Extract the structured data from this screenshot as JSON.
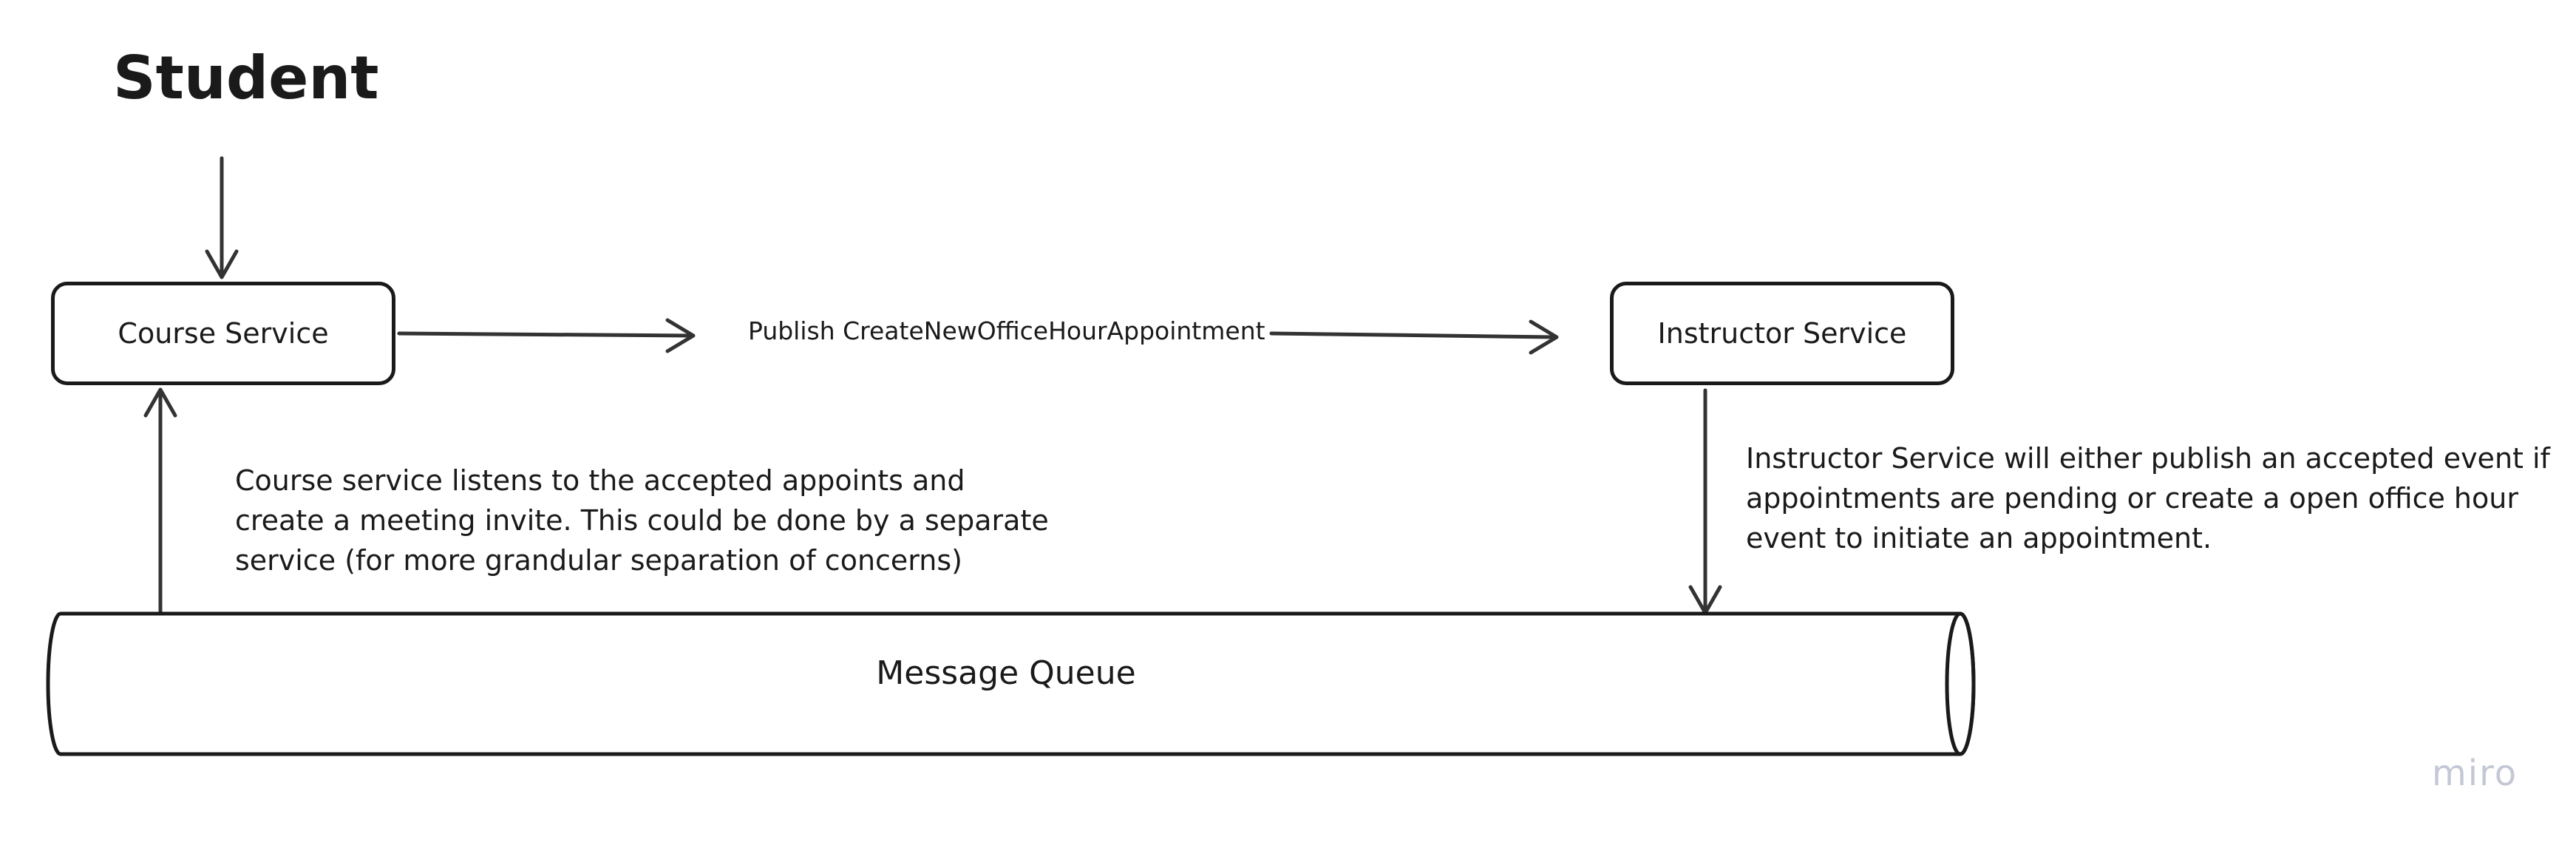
{
  "diagram": {
    "title": "Student",
    "nodes": {
      "course_service": "Course Service",
      "instructor_service": "Instructor Service",
      "message_queue": "Message Queue"
    },
    "edges": {
      "publish_label": "Publish CreateNewOfficeHourAppointment"
    },
    "notes": {
      "course": "Course service listens to the accepted appoints and create a meeting invite. This could be done by a separate service (for more grandular separation of concerns)",
      "instructor": "Instructor Service will either publish an accepted event if appointments are pending or create a open office hour event to initiate an appointment."
    }
  },
  "branding": {
    "watermark": "miro",
    "watermark_color": "#c4c8d4"
  },
  "colors": {
    "stroke": "#1a1a1a",
    "background": "#ffffff"
  }
}
